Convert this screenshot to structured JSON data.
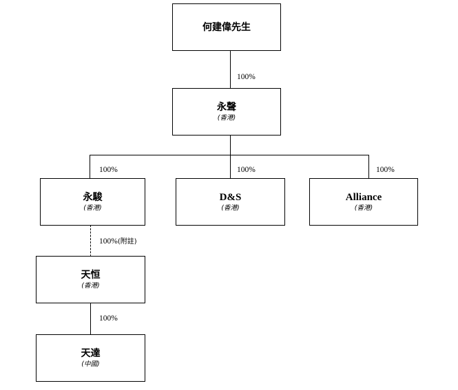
{
  "entities": {
    "ho_kin_wai": {
      "name": "何建偉先生",
      "location": ""
    },
    "wing_shing": {
      "name": "永聲",
      "location": "(香港)"
    },
    "wing_jun": {
      "name": "永駿",
      "location": "(香港)"
    },
    "ds": {
      "name": "D&S",
      "location": "(香港)"
    },
    "alliance": {
      "name": "Alliance",
      "location": "(香港)"
    },
    "tin_hang": {
      "name": "天恒",
      "location": "(香港)"
    },
    "tin_tat": {
      "name": "天達",
      "location": "(中國)"
    }
  },
  "ownership": {
    "ho_to_wing_shing": "100%",
    "wing_shing_to_wing_jun": "100%",
    "wing_shing_to_ds": "100%",
    "wing_shing_to_alliance": "100%",
    "wing_jun_to_tin_hang": "100%",
    "wing_jun_to_tin_hang_note": "(附註)",
    "tin_hang_to_tin_tat": "100%"
  }
}
